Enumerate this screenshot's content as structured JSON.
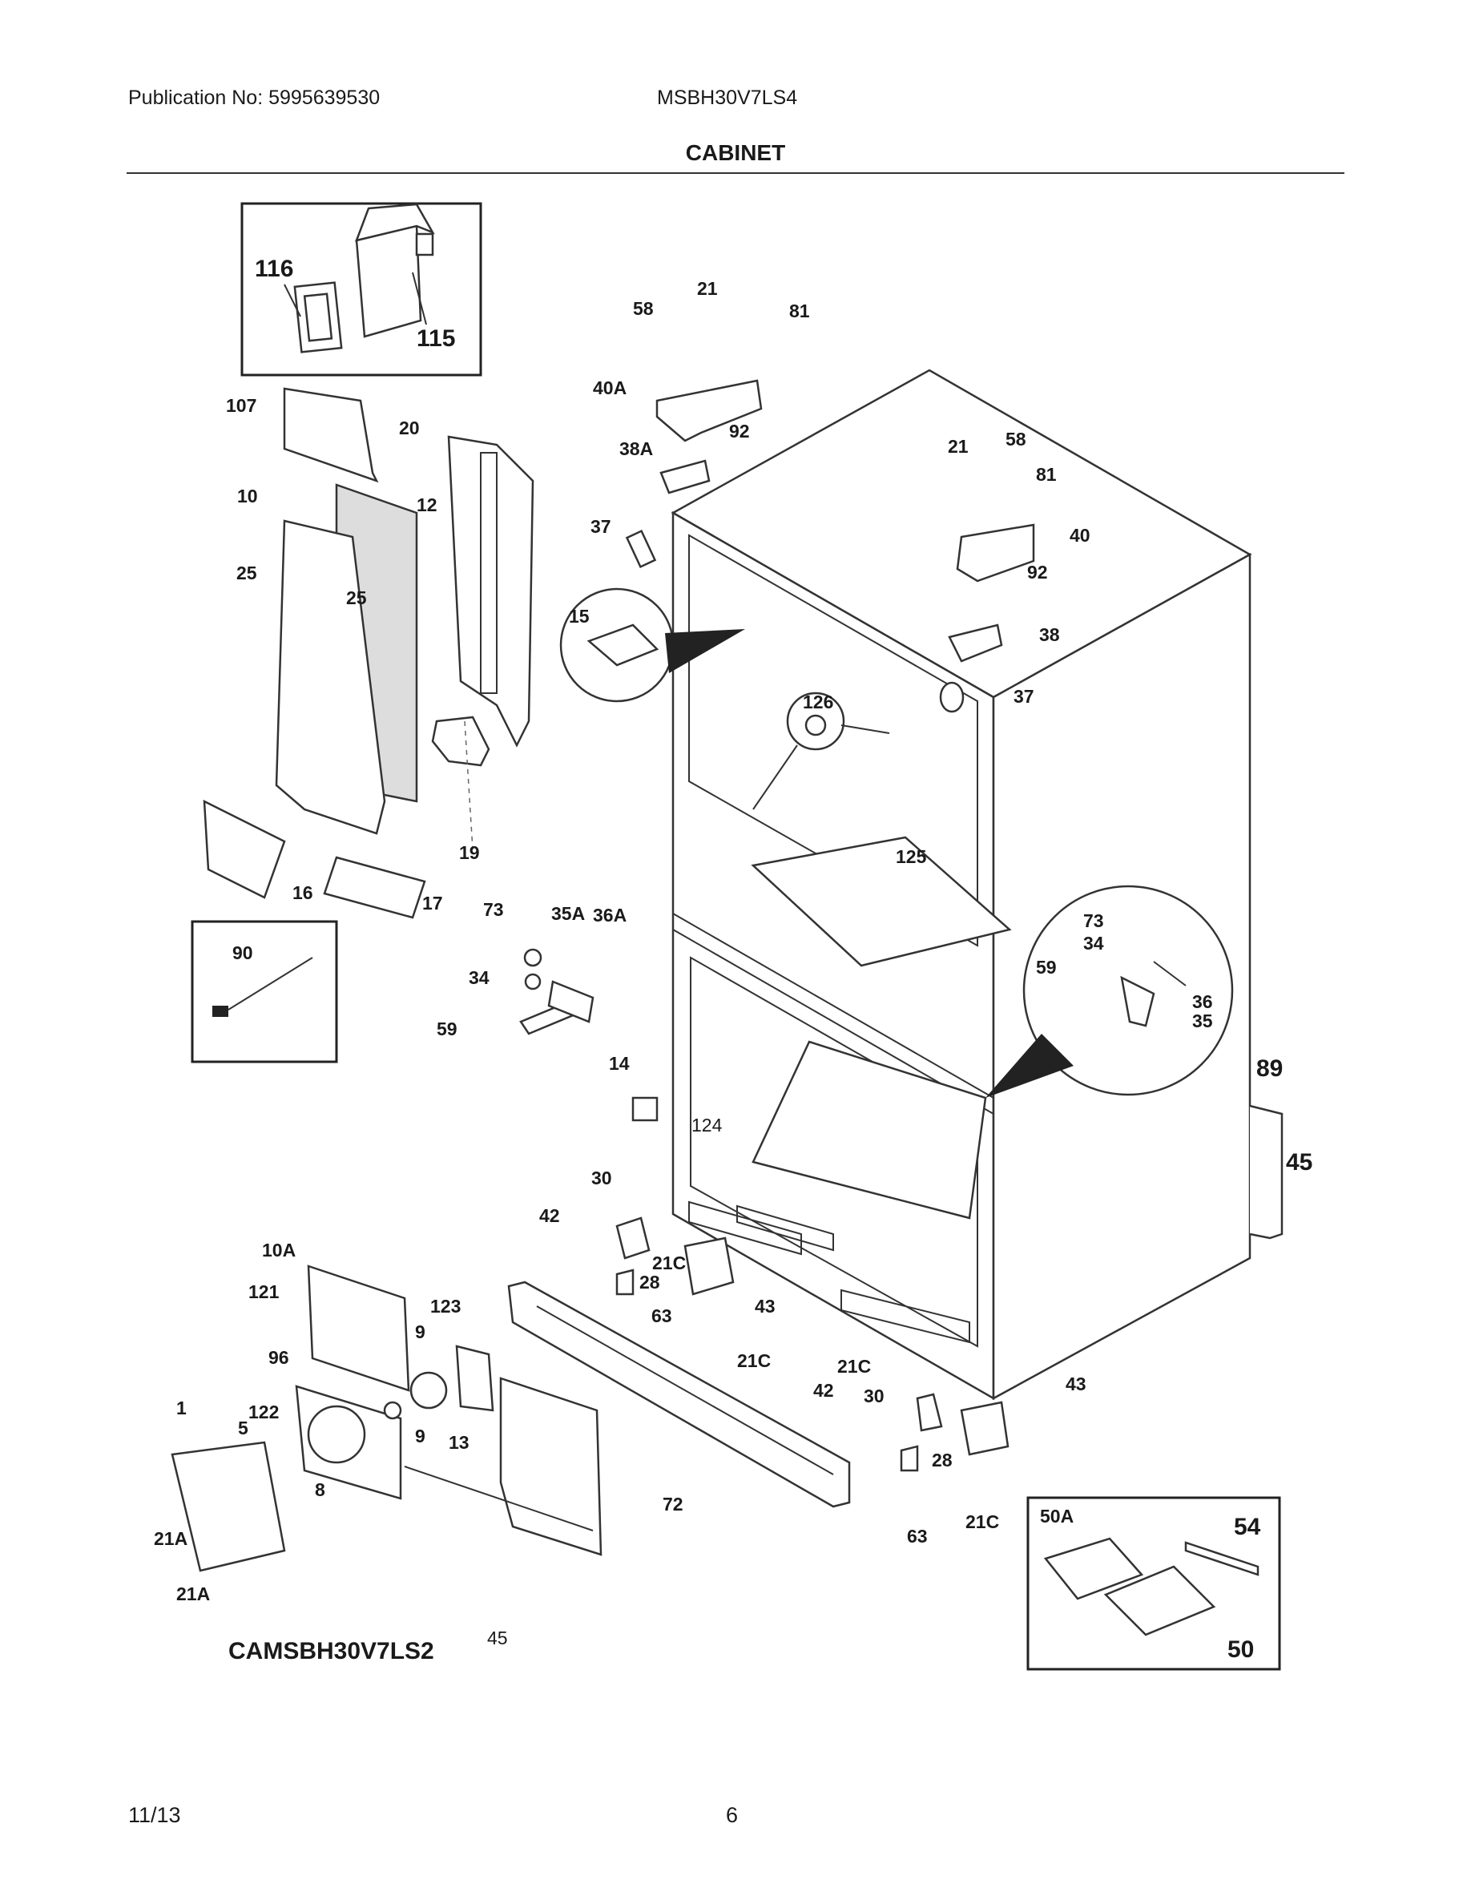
{
  "header": {
    "publication": "Publication No: 5995639530",
    "model": "MSBH30V7LS4",
    "section_title": "CABINET"
  },
  "footer": {
    "date": "11/13",
    "page_number": "6"
  },
  "diagram": {
    "drawing_code": "CAMSBH30V7LS2",
    "labels": [
      "116",
      "115",
      "58",
      "21",
      "81",
      "40A",
      "92",
      "38A",
      "107",
      "20",
      "10",
      "12",
      "25",
      "25",
      "37",
      "21",
      "58",
      "81",
      "40",
      "92",
      "38",
      "15",
      "126",
      "37",
      "19",
      "125",
      "16",
      "17",
      "73",
      "35A",
      "36A",
      "34",
      "59",
      "90",
      "73",
      "34",
      "59",
      "36",
      "35",
      "14",
      "89",
      "45",
      "124",
      "30",
      "42",
      "21C",
      "28",
      "63",
      "43",
      "21C",
      "10A",
      "121",
      "123",
      "9",
      "96",
      "21C",
      "42",
      "30",
      "43",
      "1",
      "122",
      "5",
      "9",
      "13",
      "8",
      "28",
      "72",
      "21A",
      "21A",
      "63",
      "21C",
      "50A",
      "54",
      "50",
      "45"
    ]
  }
}
